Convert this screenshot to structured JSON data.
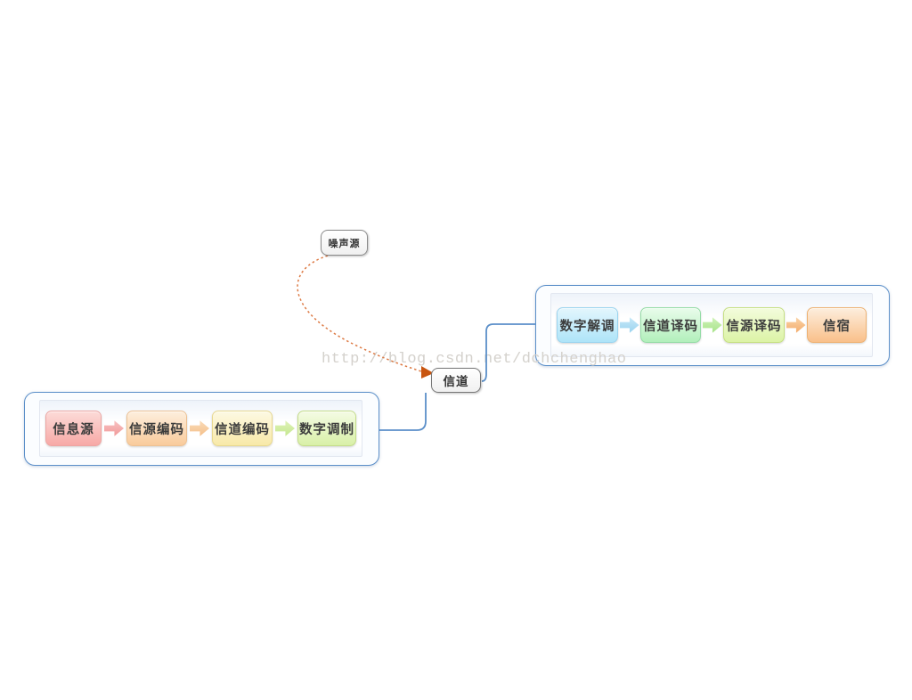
{
  "watermark": "http://blog.csdn.net/dchchenghao",
  "nodes": {
    "noise_source": {
      "label": "噪声源"
    },
    "channel": {
      "label": "信道"
    }
  },
  "transmitter_group": {
    "boxes": [
      {
        "label": "信息源",
        "color": "#f7a9a6"
      },
      {
        "label": "信源编码",
        "color": "#f9cb9b"
      },
      {
        "label": "信道编码",
        "color": "#f8e9a8"
      },
      {
        "label": "数字调制",
        "color": "#d9f0a8"
      }
    ],
    "arrow_colors": [
      "#f09696",
      "#f4bd85",
      "#c2e68c"
    ]
  },
  "receiver_group": {
    "boxes": [
      {
        "label": "数字解调",
        "color": "#aee4f8"
      },
      {
        "label": "信道译码",
        "color": "#b2efbb"
      },
      {
        "label": "信源译码",
        "color": "#dcf3a6"
      },
      {
        "label": "信宿",
        "color": "#f9c08a"
      }
    ],
    "arrow_colors": [
      "#97d2ef",
      "#a3e284",
      "#f3a968"
    ]
  },
  "connectors": {
    "line_color": "#5b8fc9",
    "noise_link_color": "#dd7a44",
    "noise_arrowhead_color": "#c85510",
    "group_border_color": "#5b8fc9"
  }
}
